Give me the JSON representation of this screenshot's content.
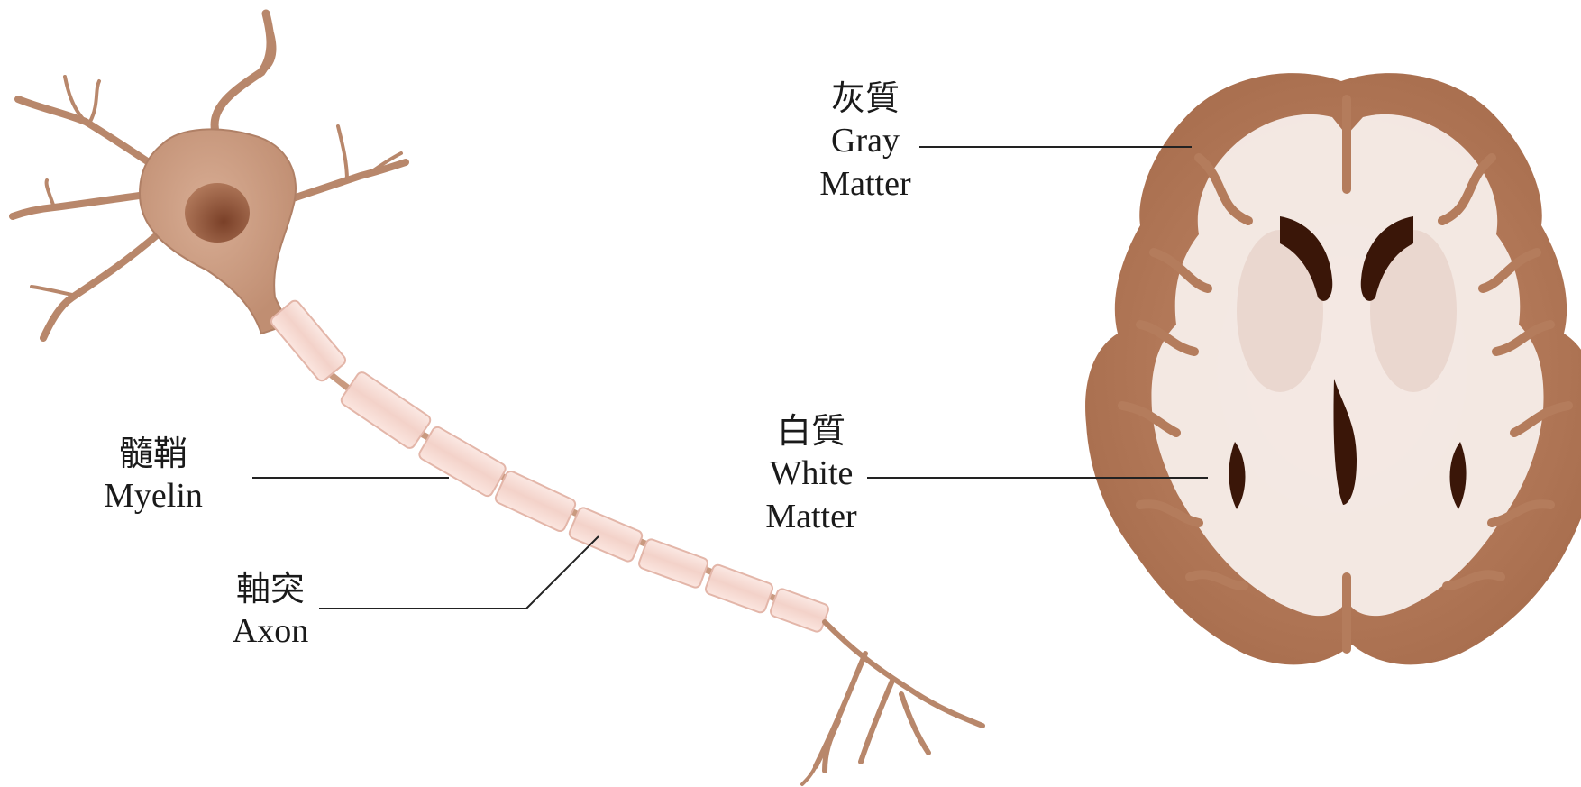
{
  "labels": {
    "gray_matter": {
      "zh": "灰質",
      "en_1": "Gray",
      "en_2": "Matter"
    },
    "white_matter": {
      "zh": "白質",
      "en_1": "White",
      "en_2": "Matter"
    },
    "myelin": {
      "zh": "髓鞘",
      "en": "Myelin"
    },
    "axon": {
      "zh": "軸突",
      "en": "Axon"
    }
  },
  "colors": {
    "neuron_body": "#c99a80",
    "neuron_outline": "#a87a62",
    "myelin_fill": "#f7ddd6",
    "myelin_stroke": "#e4b7aa",
    "brain_gray": "#b07858",
    "brain_white": "#f6ece8",
    "ventricle": "#3a1608",
    "leader_line": "#222222"
  }
}
